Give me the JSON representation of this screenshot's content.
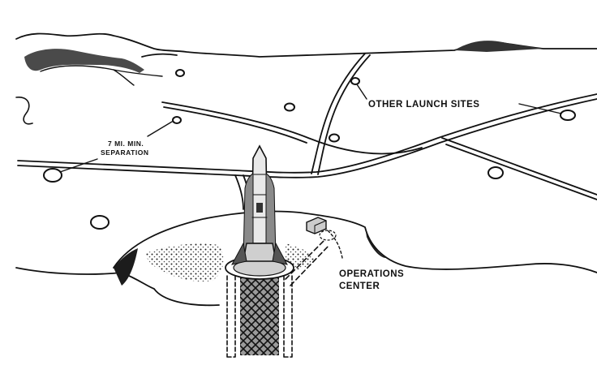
{
  "labels": {
    "other_launch_sites": "OTHER LAUNCH SITES",
    "separation_line1": "7 MI. MIN.",
    "separation_line2": "SEPARATION",
    "operations_line1": "OPERATIONS",
    "operations_line2": "CENTER"
  },
  "colors": {
    "ink": "#111111",
    "paper": "#ffffff"
  }
}
